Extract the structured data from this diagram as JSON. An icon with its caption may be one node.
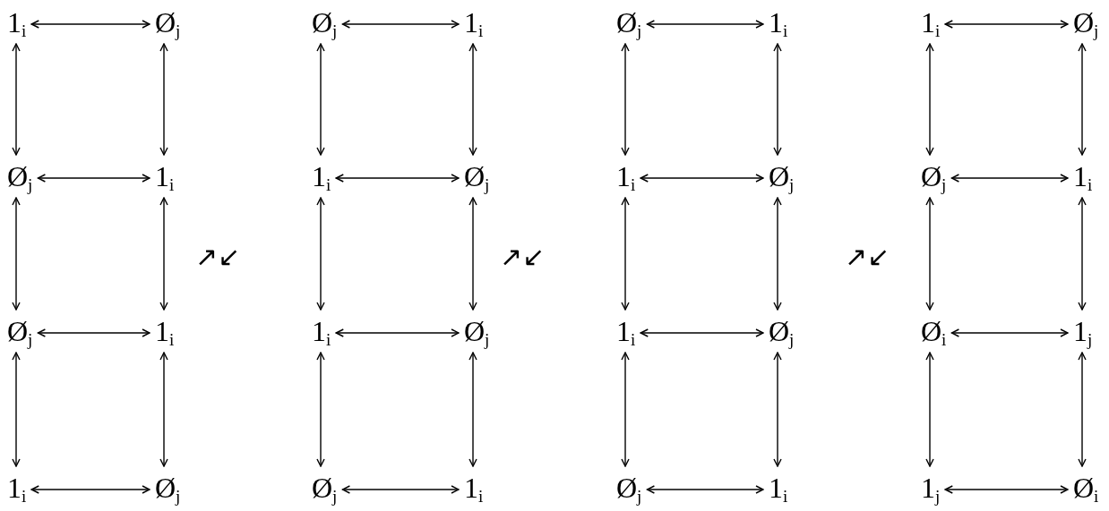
{
  "diagram": {
    "nodes": [
      {
        "text": [
          "1$_{i}$"
        ]
      },
      {
        "text": [
          "Ø$_{j}$"
        ]
      },
      {
        "text": [
          "Ø$_{j}$"
        ]
      },
      {
        "text": [
          "1$_{i}$"
        ]
      },
      {
        "text": [
          "Ø$_{j}$"
        ]
      },
      {
        "text": [
          "1$_{i}$"
        ]
      },
      {
        "text": [
          "1$_{i}$"
        ]
      },
      {
        "text": [
          "Ø$_{j}$"
        ]
      },
      {
        "text": [
          "Ø$_{j}$"
        ]
      },
      {
        "text": [
          "1$_{i}$"
        ]
      },
      {
        "text": [
          "1$_{i}$"
        ]
      },
      {
        "text": [
          "Ø$_{j}$"
        ]
      },
      {
        "text": [
          "1$_{i}$"
        ]
      },
      {
        "text": [
          "Ø$_{j}$"
        ]
      },
      {
        "text": [
          "Ø$_{j}$"
        ]
      },
      {
        "text": [
          "1$_{i}$"
        ]
      },
      {
        "text": [
          "Ø$_{j}$"
        ]
      },
      {
        "text": [
          "1$_{i}$"
        ]
      },
      {
        "text": [
          "1$_{i}$"
        ]
      },
      {
        "text": [
          "Ø$_{j}$"
        ]
      },
      {
        "text": [
          "1$_{i}$"
        ]
      },
      {
        "text": [
          "Ø$_{j}$"
        ]
      },
      {
        "text": [
          "Ø$_{i}$"
        ]
      },
      {
        "text": [
          "1$_{j}$"
        ]
      },
      {
        "text": [
          "1$_{i}$"
        ]
      },
      {
        "text": [
          "Ø$_{j}$"
        ]
      },
      {
        "text": [
          "Ø$_{j}$"
        ]
      },
      {
        "text": [
          "1$_{i}$"
        ]
      },
      {
        "text": [
          "Ø$_{j}$"
        ]
      },
      {
        "text": [
          "1$_{i}$"
        ]
      },
      {
        "text": [
          "1$_{j}$"
        ]
      },
      {
        "text": [
          "Ø$_{i}$"
        ]
      }
    ],
    "edges": [
      {
        "from": 0,
        "to": 1,
        "arrow": "both"
      },
      {
        "from": 2,
        "to": 3,
        "arrow": "both"
      },
      {
        "from": 4,
        "to": 5,
        "arrow": "both"
      },
      {
        "from": 6,
        "to": 7,
        "arrow": "both"
      },
      {
        "from": 0,
        "to": 8,
        "arrow": "both"
      },
      {
        "from": 1,
        "to": 9,
        "arrow": "both"
      },
      {
        "from": 2,
        "to": 10,
        "arrow": "both"
      },
      {
        "from": 3,
        "to": 11,
        "arrow": "both"
      },
      {
        "from": 4,
        "to": 12,
        "arrow": "both"
      },
      {
        "from": 5,
        "to": 13,
        "arrow": "both"
      },
      {
        "from": 6,
        "to": 14,
        "arrow": "both"
      },
      {
        "from": 7,
        "to": 15,
        "arrow": "both"
      },
      {
        "from": 8,
        "to": 9,
        "arrow": "both"
      },
      {
        "from": 10,
        "to": 11,
        "arrow": "both"
      },
      {
        "from": 12,
        "to": 13,
        "arrow": "both"
      },
      {
        "from": 14,
        "to": 15,
        "arrow": "both"
      },
      {
        "from": 8,
        "to": 16,
        "arrow": "both"
      },
      {
        "from": 9,
        "to": 17,
        "arrow": "both"
      },
      {
        "from": 10,
        "to": 18,
        "arrow": "both"
      },
      {
        "from": 11,
        "to": 19,
        "arrow": "both"
      },
      {
        "from": 12,
        "to": 20,
        "arrow": "both"
      },
      {
        "from": 13,
        "to": 21,
        "arrow": "both"
      },
      {
        "from": 14,
        "to": 22,
        "arrow": "both"
      },
      {
        "from": 15,
        "to": 23,
        "arrow": "both"
      },
      {
        "from": 16,
        "to": 17,
        "arrow": "both"
      },
      {
        "from": 18,
        "to": 19,
        "arrow": "both"
      },
      {
        "from": 20,
        "to": 21,
        "arrow": "both"
      },
      {
        "from": 22,
        "to": 23,
        "arrow": "both"
      },
      {
        "from": 16,
        "to": 24,
        "arrow": "both"
      },
      {
        "from": 17,
        "to": 25,
        "arrow": "both"
      },
      {
        "from": 18,
        "to": 26,
        "arrow": "both"
      },
      {
        "from": 19,
        "to": 27,
        "arrow": "both"
      },
      {
        "from": 20,
        "to": 28,
        "arrow": "both"
      },
      {
        "from": 21,
        "to": 29,
        "arrow": "both"
      },
      {
        "from": 22,
        "to": 30,
        "arrow": "both"
      },
      {
        "from": 23,
        "to": 31,
        "arrow": "both"
      },
      {
        "from": 24,
        "to": 25,
        "arrow": "both"
      },
      {
        "from": 26,
        "to": 27,
        "arrow": "both"
      },
      {
        "from": 28,
        "to": 29,
        "arrow": "both"
      },
      {
        "from": 30,
        "to": 31,
        "arrow": "both"
      }
    ],
    "labels": [
      "↗↙",
      "↗↙",
      "↗↙"
    ]
  }
}
